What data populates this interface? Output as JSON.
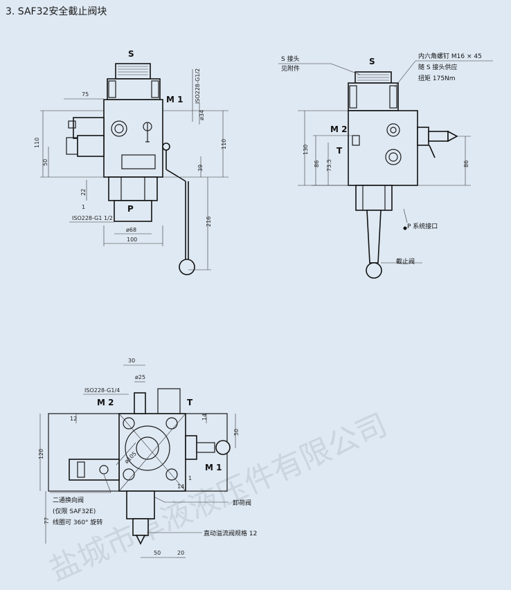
{
  "title": "3.  SAF32安全截止阀块",
  "watermark": "盐城市阜液液压件有限公司",
  "front_view": {
    "port_s": "S",
    "port_m1": "M 1",
    "port_p": "P",
    "thread_s": "ISO228-G1/2",
    "thread_p": "ISO228-G1 1/2",
    "dims": {
      "d75": "75",
      "d110_left": "110",
      "d50": "50",
      "d22": "22",
      "d1": "1",
      "d68": "ø68",
      "d100": "100",
      "d34": "ø34",
      "d110_right": "110",
      "d39": "39",
      "d216": "216"
    }
  },
  "side_view": {
    "port_s": "S",
    "s_joint": "S 接头",
    "see_attach": "见附件",
    "screw_note_1": "内六角螺钉 M16 × 45",
    "screw_note_2": "随 S 接头供应",
    "screw_note_3": "扭矩 175Nm",
    "port_m2": "M 2",
    "port_t": "T",
    "port_p_note": "P 系统接口",
    "stop_valve": "截止阀",
    "dims": {
      "d130": "130",
      "d86_left": "86",
      "d73": "73.5",
      "d86_right": "86"
    }
  },
  "top_view": {
    "port_m2": "M 2",
    "port_t": "T",
    "port_m1": "M 1",
    "thread_m": "ISO228-G1/4",
    "valve_2way": "二通换向阀",
    "valve_2way_note": "(仅限 SAF32E)",
    "rotate_note": "线圈可 360° 旋转",
    "unload_valve": "卸荷阀",
    "relief_valve": "直动溢流阀规格 12",
    "dims": {
      "d30": "30",
      "d25": "ø25",
      "d12": "12",
      "d14": "14",
      "d50_right": "50",
      "d120": "120",
      "d105": "ø105",
      "d14b": "14",
      "d1": "1",
      "d77": "77",
      "d50_bottom": "50",
      "d20": "20"
    }
  }
}
